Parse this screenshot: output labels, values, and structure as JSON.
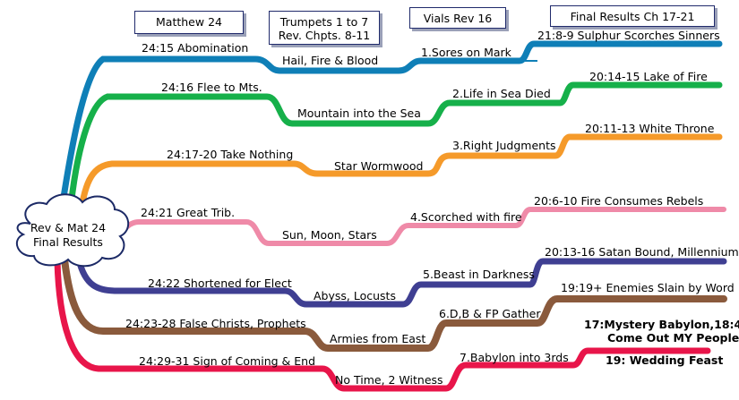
{
  "headers": {
    "matthew": "Matthew 24",
    "trumpets_line1": "Trumpets 1 to 7",
    "trumpets_line2": "Rev. Chpts. 8-11",
    "vials": "Vials  Rev 16",
    "final": "Final Results Ch 17-21"
  },
  "center": {
    "line1": "Rev & Mat 24",
    "line2": "Final Results"
  },
  "branches": [
    {
      "color": "#0f7fb7",
      "matthew": "24:15 Abomination",
      "trumpet": "Hail, Fire & Blood",
      "vial": "1.Sores on Mark",
      "result": "21:8-9 Sulphur Scorches Sinners"
    },
    {
      "color": "#16b04a",
      "matthew": "24:16 Flee to Mts.",
      "trumpet": "Mountain into the Sea",
      "vial": "2.Life in Sea Died",
      "result": "20:14-15 Lake of Fire"
    },
    {
      "color": "#f59a2a",
      "matthew": "24:17-20 Take Nothing",
      "trumpet": "Star Wormwood",
      "vial": "3.Right Judgments",
      "result": "20:11-13 White Throne"
    },
    {
      "color": "#ef8aa8",
      "matthew": "24:21 Great Trib.",
      "trumpet": "Sun, Moon, Stars",
      "vial": "4.Scorched with fire",
      "result": "20:6-10 Fire Consumes Rebels"
    },
    {
      "color": "#3f3f92",
      "matthew": "24:22 Shortened for Elect",
      "trumpet": "Abyss, Locusts",
      "vial": "5.Beast in Darkness",
      "result": "20:13-16 Satan Bound, Millennium"
    },
    {
      "color": "#8a5a3c",
      "matthew": "24:23-28 False Christs, Prophets",
      "trumpet": "Armies from East",
      "vial": "6.D,B & FP Gather",
      "result": "19:19+ Enemies Slain by Word"
    },
    {
      "color": "#e8154a",
      "matthew": "24:29-31 Sign of Coming & End",
      "trumpet": "No Time, 2 Witness",
      "vial": "7.Babylon into 3rds",
      "result_line1": "17:Mystery Babylon,18:4",
      "result_line2": "Come Out MY People",
      "result_line3": "19: Wedding Feast"
    }
  ]
}
